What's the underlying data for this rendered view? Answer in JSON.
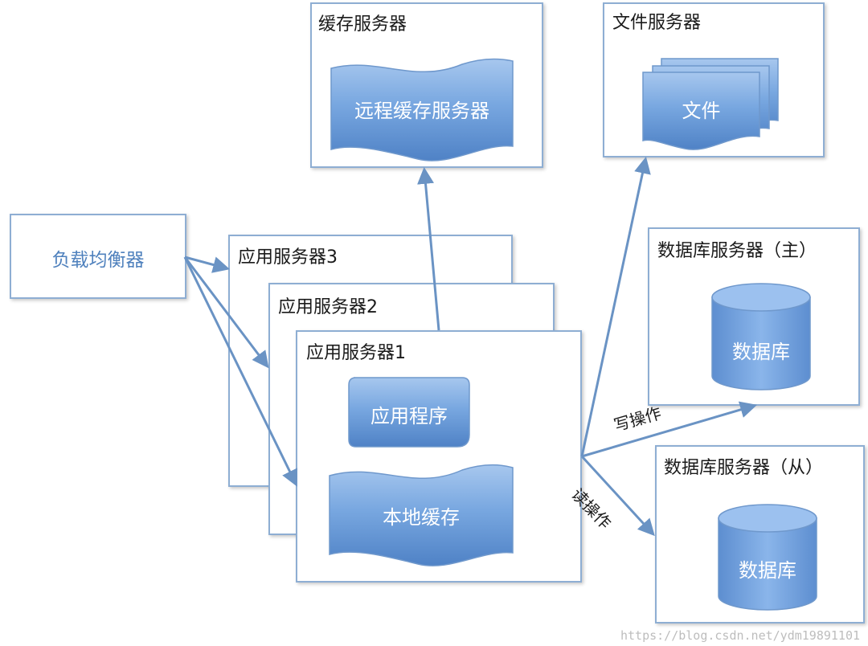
{
  "load_balancer": {
    "label": "负载均衡器"
  },
  "app_servers": [
    {
      "title": "应用服务器3"
    },
    {
      "title": "应用服务器2"
    },
    {
      "title": "应用服务器1",
      "program": "应用程序",
      "local_cache": "本地缓存"
    }
  ],
  "cache_server": {
    "title": "缓存服务器",
    "inner": "远程缓存服务器"
  },
  "file_server": {
    "title": "文件服务器",
    "inner": "文件"
  },
  "db_master": {
    "title": "数据库服务器（主）",
    "inner": "数据库"
  },
  "db_slave": {
    "title": "数据库服务器（从）",
    "inner": "数据库"
  },
  "edges": {
    "write": "写操作",
    "read": "读操作"
  },
  "watermark": "https://blog.csdn.net/ydm19891101",
  "colors": {
    "shape_fill": "#5b8fd0",
    "border": "#8eaed3",
    "arrow": "#6a93c4"
  }
}
